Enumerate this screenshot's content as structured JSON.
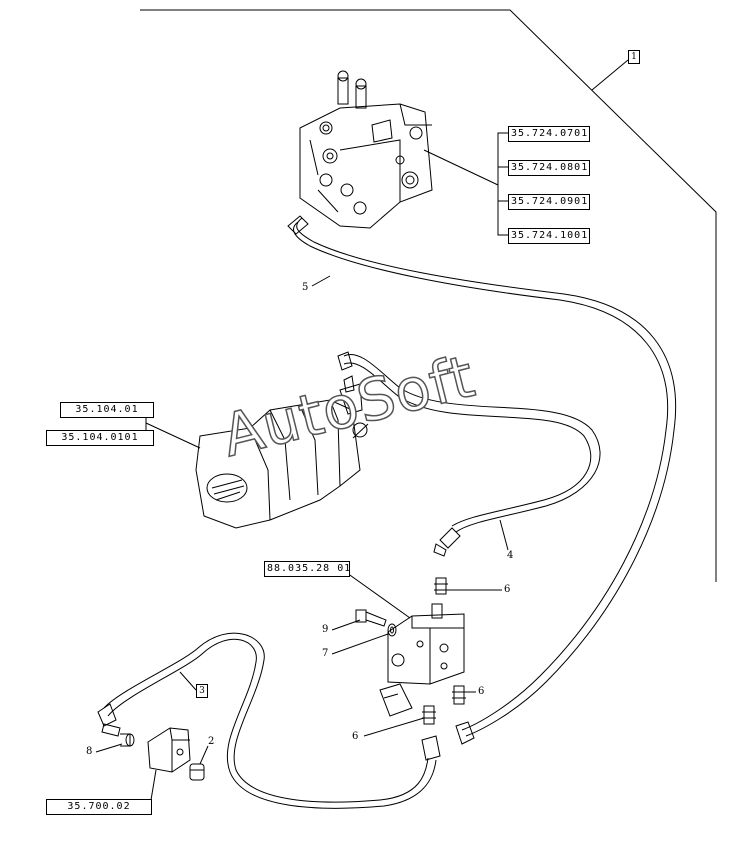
{
  "references": {
    "valve_block": [
      "35.724.0701",
      "35.724.0801",
      "35.724.0901",
      "35.724.1001"
    ],
    "pump": [
      "35.104.01",
      "35.104.0101"
    ],
    "diverter": "88.035.28 01",
    "plug_block": "35.700.02"
  },
  "item_numbers": {
    "hose_top": "5",
    "hose_right": "4",
    "adapter_upper": "6",
    "adapter_right": "6",
    "adapter_lower": "6",
    "bolt": "9",
    "washer": "7",
    "plug_fitting": "8",
    "cap": "2"
  },
  "boxed_items": {
    "assembly": "1",
    "hose_left": "3"
  },
  "watermark": "AutoSoft"
}
